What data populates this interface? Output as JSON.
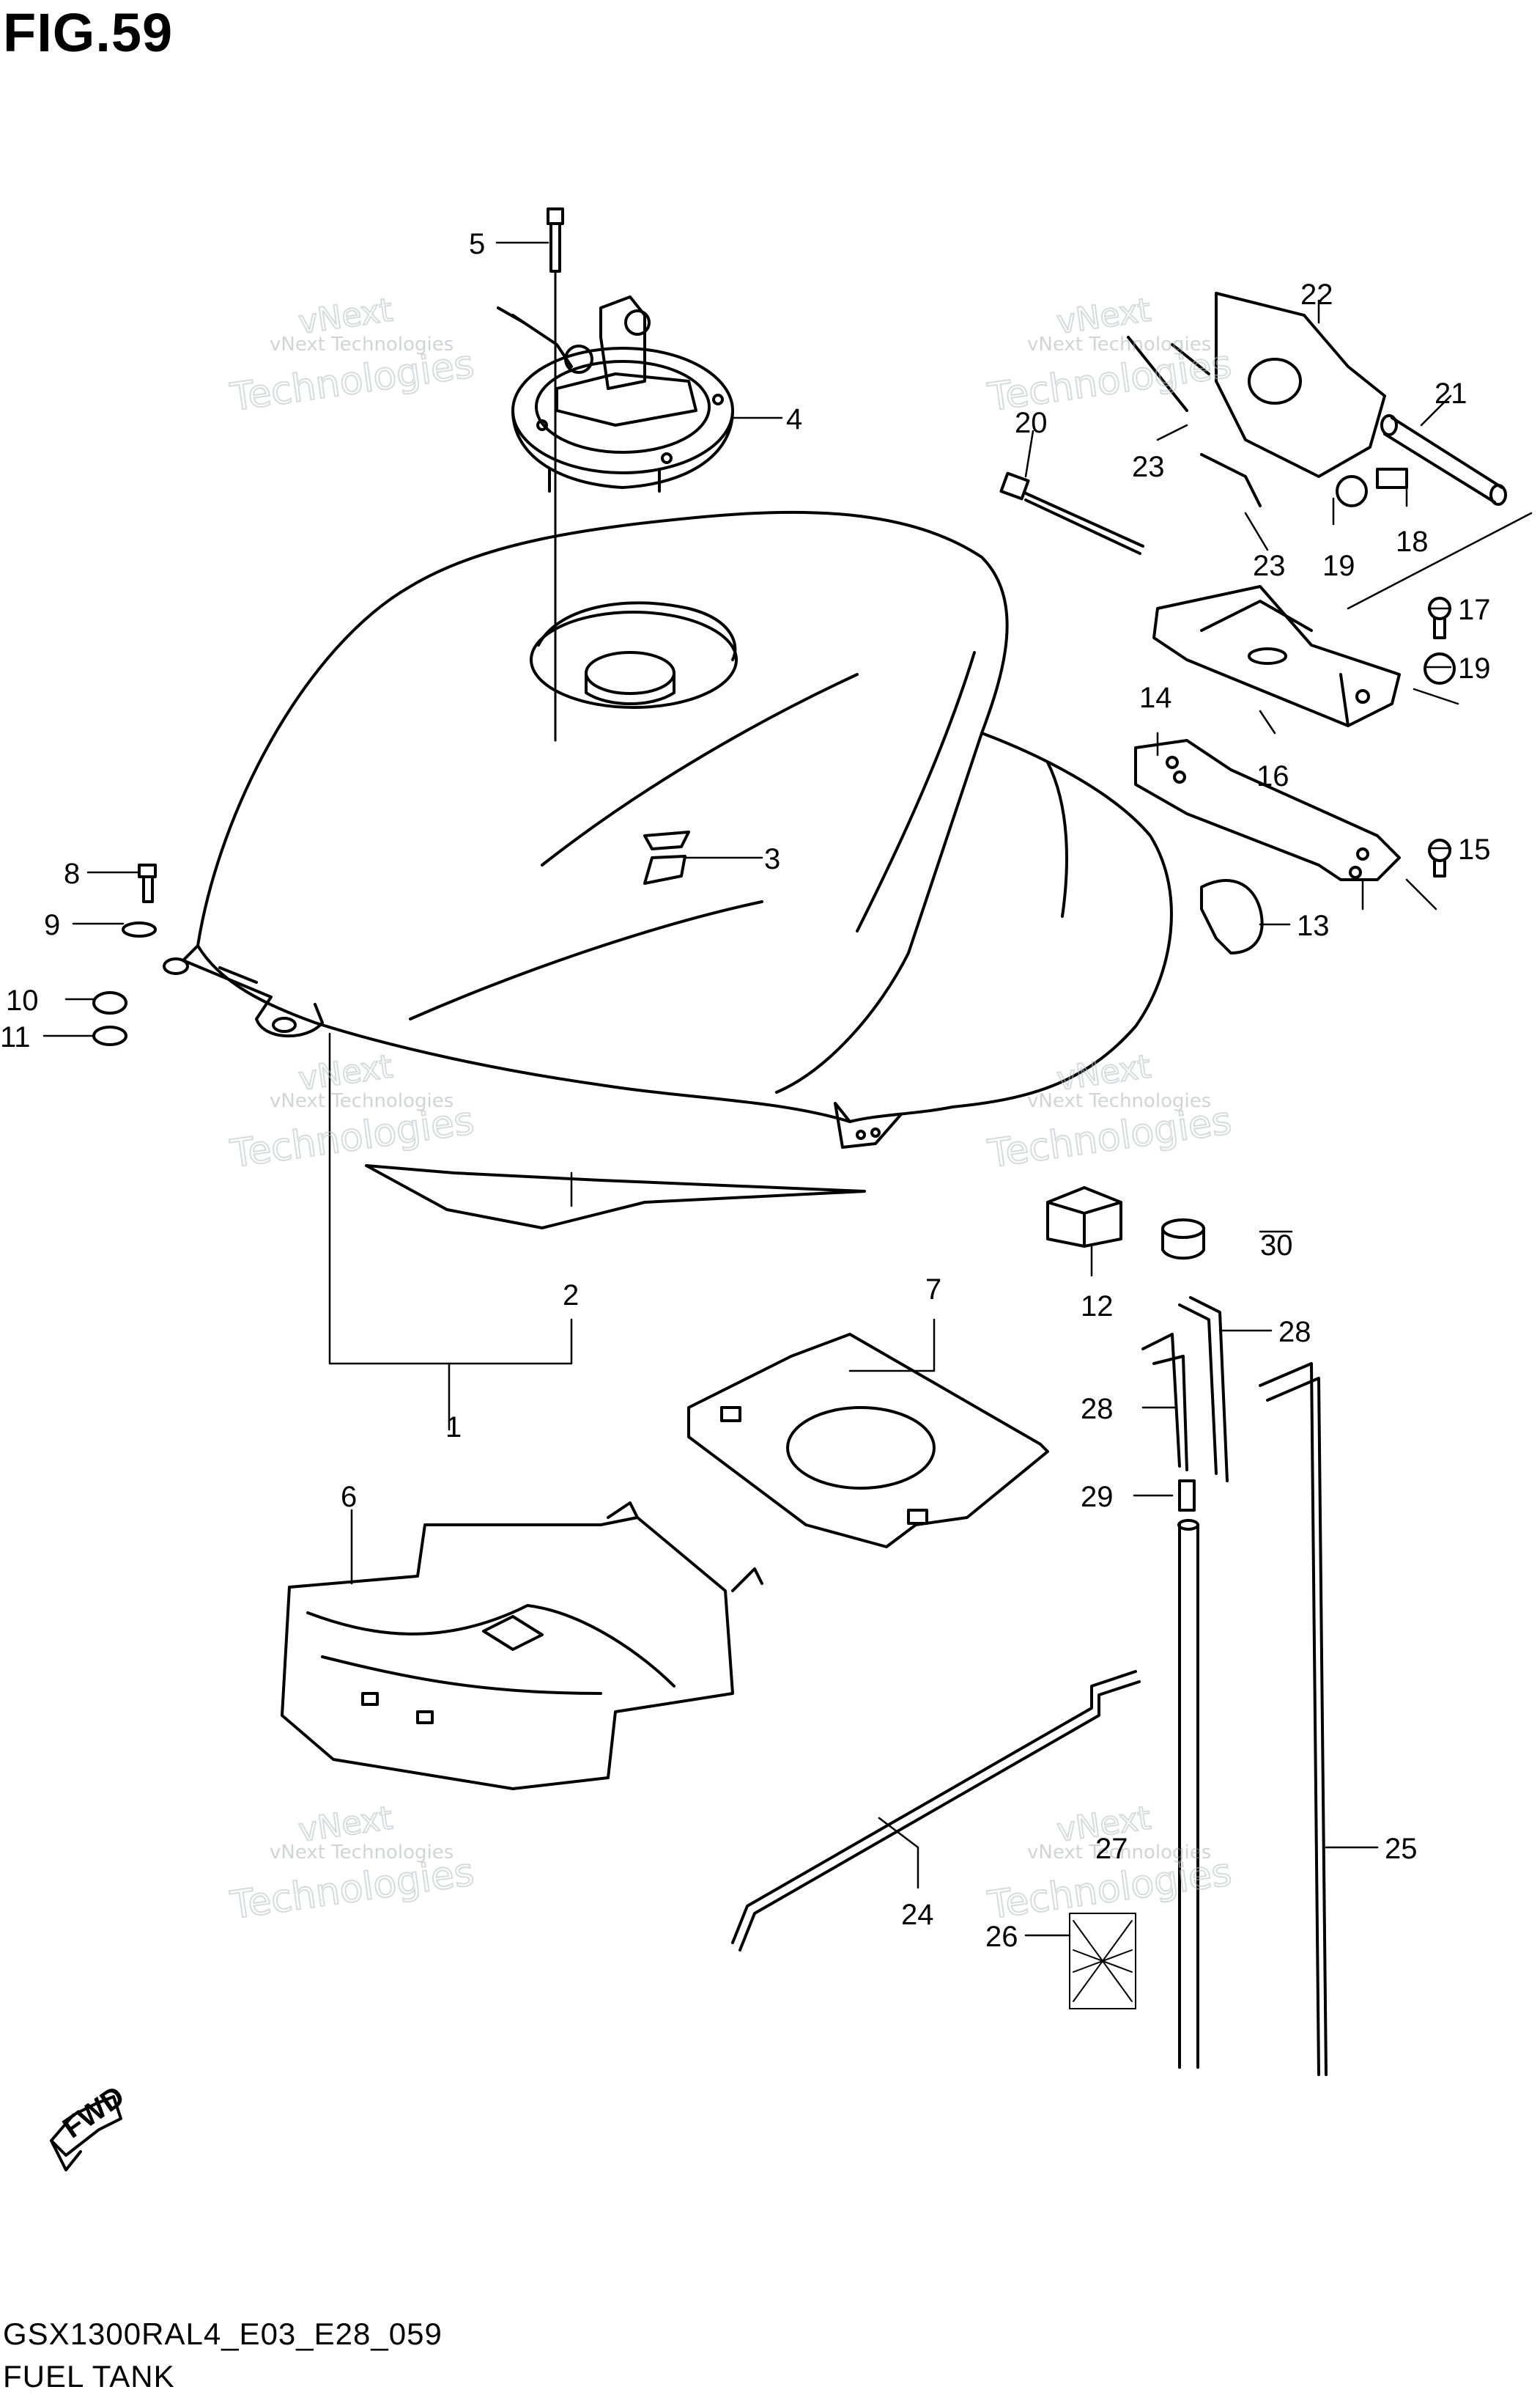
{
  "figure": {
    "title": "FIG.59"
  },
  "footer": {
    "model_code": "GSX1300RAL4_E03_E28_059",
    "section_title": "FUEL TANK"
  },
  "watermark": {
    "line1": "vNext Technologies",
    "line2": "Technologies",
    "line3": "vNext"
  },
  "fwd_arrow": {
    "label": "FWD"
  },
  "callouts": {
    "c1": "1",
    "c2": "2",
    "c3": "3",
    "c4": "4",
    "c5": "5",
    "c6": "6",
    "c7": "7",
    "c8": "8",
    "c9": "9",
    "c10": "10",
    "c11": "11",
    "c12": "12",
    "c13": "13",
    "c14": "14",
    "c15": "15",
    "c16": "16",
    "c17": "17",
    "c18": "18",
    "c19a": "19",
    "c19b": "19",
    "c20": "20",
    "c21": "21",
    "c22": "22",
    "c23a": "23",
    "c23b": "23",
    "c24": "24",
    "c25": "25",
    "c26": "26",
    "c27": "27",
    "c28a": "28",
    "c28b": "28",
    "c29": "29",
    "c30": "30"
  }
}
